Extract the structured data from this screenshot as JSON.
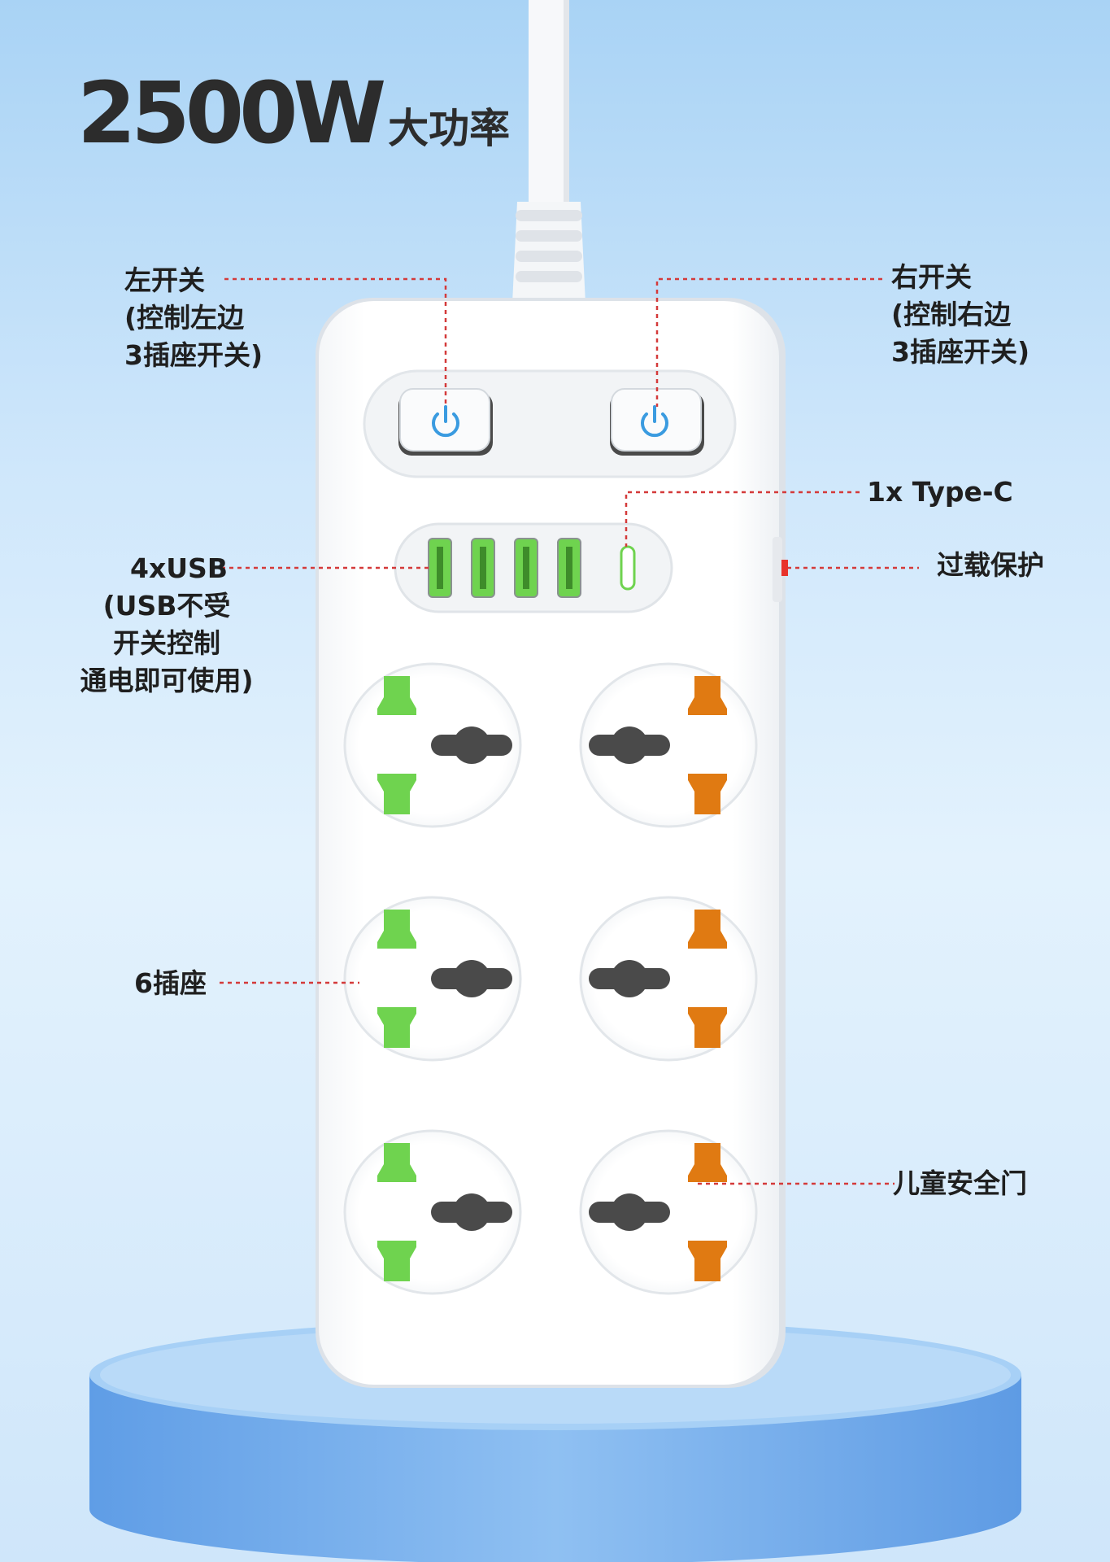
{
  "headline": {
    "wattage": "2500W",
    "suffix": "大功率"
  },
  "labels": {
    "left_switch": [
      "左开关",
      "(控制左边",
      "3插座开关)"
    ],
    "right_switch": [
      "右开关",
      "(控制右边",
      "3插座开关)"
    ],
    "type_c": "1x Type-C",
    "overload": "过载保护",
    "usb": [
      "4xUSB",
      "(USB不受",
      "开关控制",
      "通电即可使用)"
    ],
    "sockets": "6插座",
    "child_safety": "儿童安全门"
  },
  "colors": {
    "background_top": "#a9d3f5",
    "callout_line": "#d43a3a",
    "power_icon": "#3a9be0",
    "green_shutter": "#6fd34f",
    "orange_shutter": "#e07a12",
    "pin_hole": "#4a4a4a",
    "pedestal": "#6fa9e8",
    "strip": "#ffffff"
  },
  "icons": [
    "power-icon",
    "usb-port",
    "type-c-port",
    "universal-socket"
  ]
}
